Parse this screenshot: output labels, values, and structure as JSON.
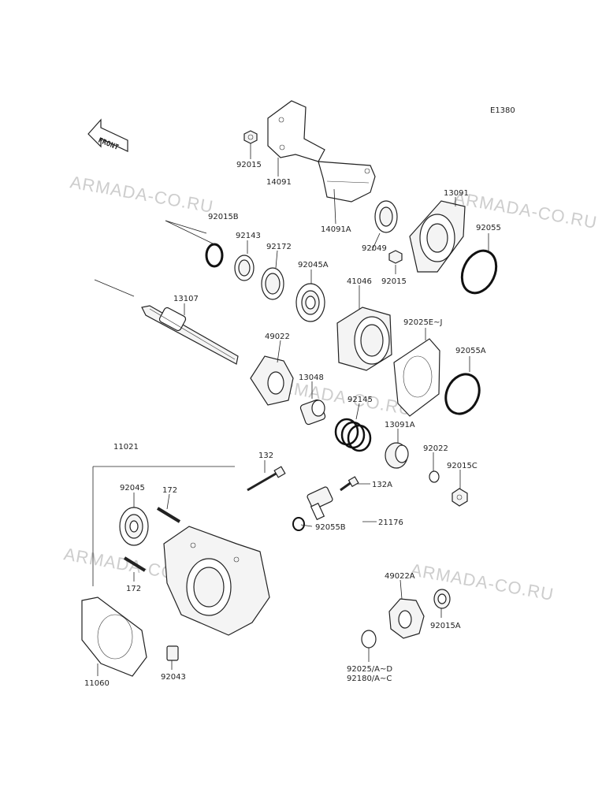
{
  "diagram_id": "E1380",
  "front_label": "FRONT",
  "watermark": "ARMADA-CO.RU",
  "labels": {
    "p92015_top": "92015",
    "p14091": "14091",
    "p14091A": "14091A",
    "p13091": "13091",
    "p92055": "92055",
    "p92015B": "92015B",
    "p92143": "92143",
    "p92172": "92172",
    "p92045A": "92045A",
    "p92049": "92049",
    "p92015_mid": "92015",
    "p13107": "13107",
    "p41046": "41046",
    "p92025EJ": "92025E~J",
    "p92055A": "92055A",
    "p49022": "49022",
    "p13048": "13048",
    "p92145": "92145",
    "p13091A": "13091A",
    "p92022": "92022",
    "p92015C": "92015C",
    "p11021": "11021",
    "p132": "132",
    "p132A": "132A",
    "p92045": "92045",
    "p172_top": "172",
    "p21176": "21176",
    "p92055B": "92055B",
    "p172_bot": "172",
    "p49022A": "49022A",
    "p92015A": "92015A",
    "p11060": "11060",
    "p92043": "92043",
    "p92025AD": "92025/A~D",
    "p92180AC": "92180/A~C"
  }
}
